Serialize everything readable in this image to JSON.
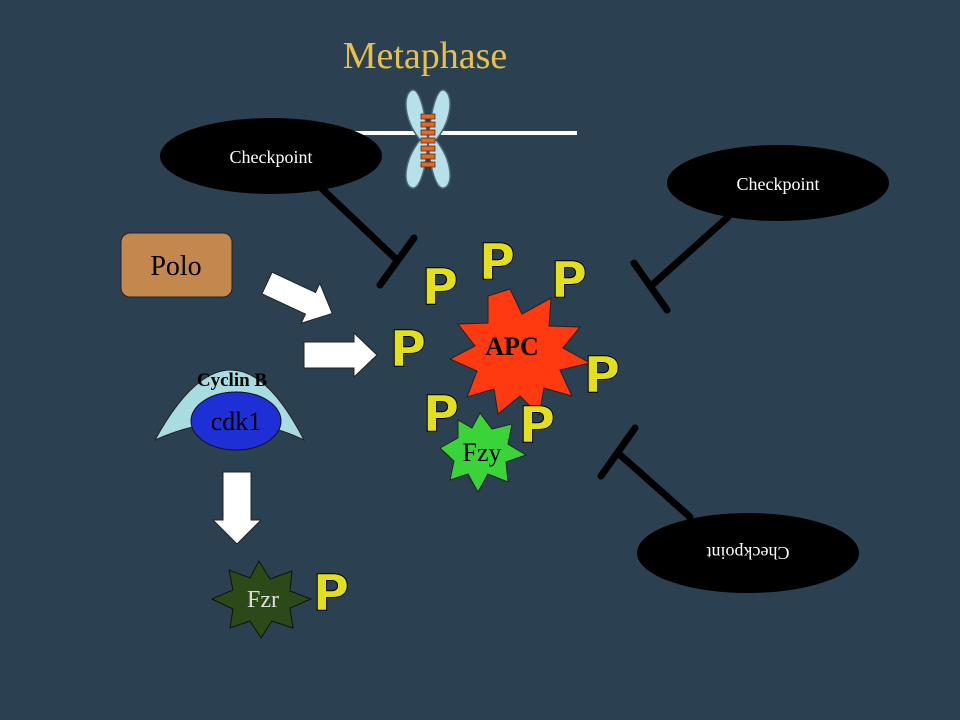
{
  "title": "Metaphase",
  "nodes": {
    "checkpoint_top_left": "Checkpoint",
    "checkpoint_top_right": "Checkpoint",
    "checkpoint_bottom_right": "Checkpoint",
    "polo": "Polo",
    "cyclin_b": "Cyclin B",
    "cdk1": "cdk1",
    "apc": "APC",
    "fzy": "Fzy",
    "fzr": "Fzr",
    "phospho_label": "P"
  },
  "colors": {
    "background": "#2b4050",
    "title": "#e8c04a",
    "polo": "#c4884e",
    "cyclin_b": "#a8dce0",
    "cdk1": "#1f2fd6",
    "apc": "#ff3a10",
    "fzy": "#3ad33a",
    "fzr": "#2c4a18",
    "phospho": "#e3df18",
    "checkpoint": "#000000",
    "chromosome": "#b7e1ea",
    "centromere": "#e06a28"
  }
}
